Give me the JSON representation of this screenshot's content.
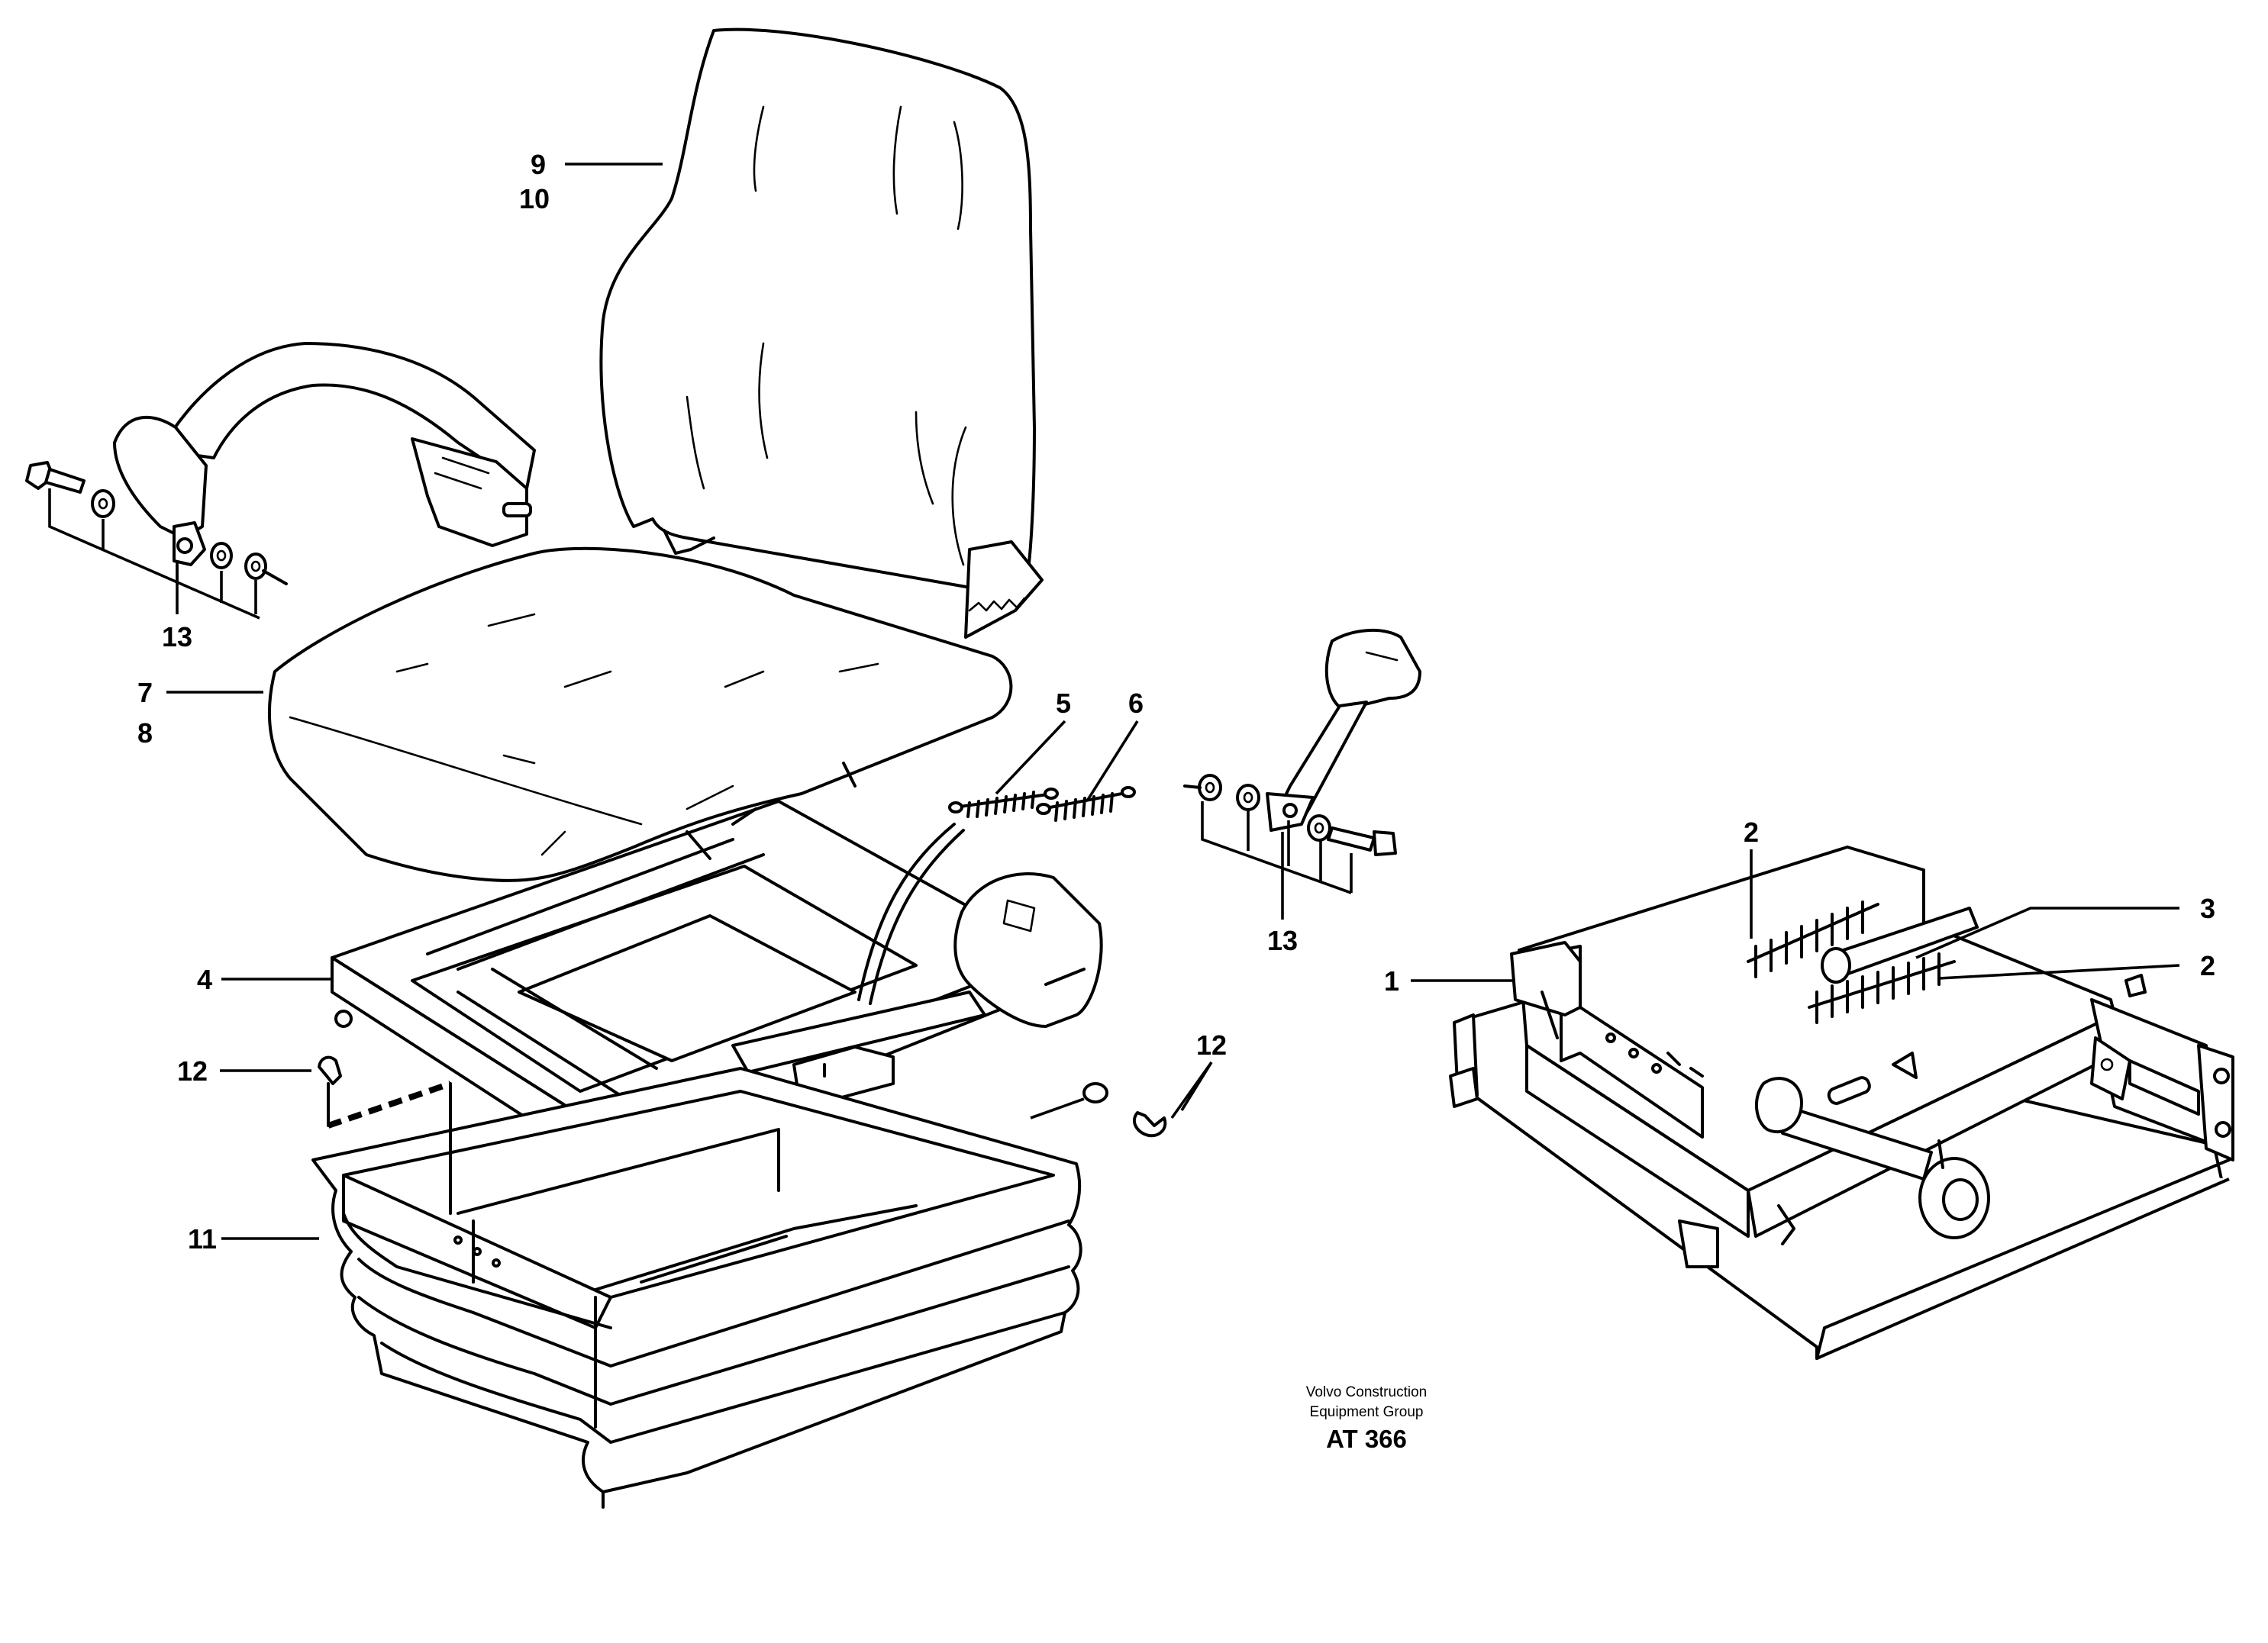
{
  "callouts": {
    "c1": "1",
    "c2a": "2",
    "c2b": "2",
    "c3": "3",
    "c4": "4",
    "c5": "5",
    "c6": "6",
    "c7": "7",
    "c8": "8",
    "c9": "9",
    "c10": "10",
    "c11": "11",
    "c12a": "12",
    "c12b": "12",
    "c13a": "13",
    "c13b": "13"
  },
  "footer": {
    "brand_line1": "Volvo Construction",
    "brand_line2": "Equipment Group",
    "code": "AT 366"
  }
}
